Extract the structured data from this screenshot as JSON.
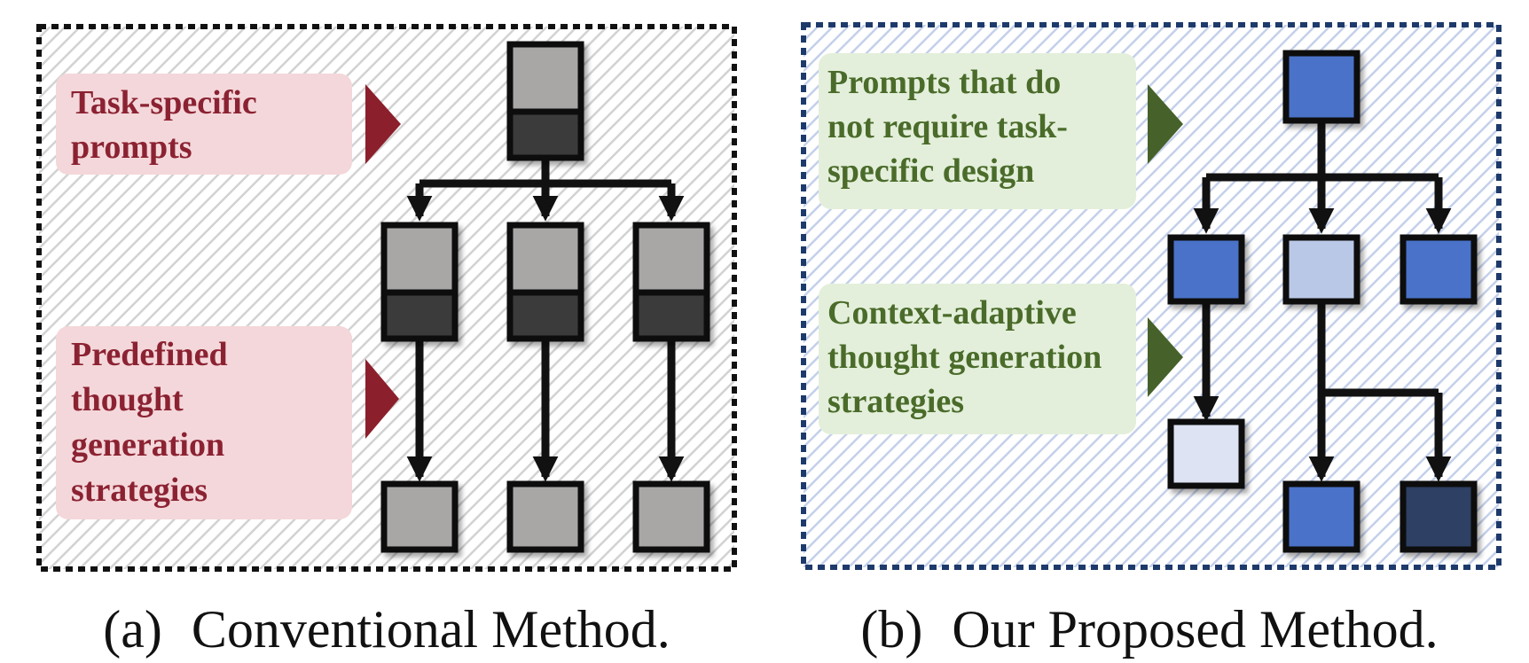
{
  "panels": [
    {
      "id": "a",
      "caption_prefix": "(a)",
      "caption": "Conventional Method.",
      "label_top": [
        "Task-specific",
        "prompts"
      ],
      "label_bottom": [
        "Predefined",
        "thought",
        "generation",
        "strategies"
      ],
      "colors": {
        "label_text": "#8b2232",
        "label_bg": "#f4d7da",
        "arrow": "#8b1f2b",
        "border": "#111111",
        "node_light": "#a9a6a6",
        "node_dark": "#3a3a3a",
        "hatch": "#d2d2d2"
      }
    },
    {
      "id": "b",
      "caption_prefix": "(b)",
      "caption": "Our Proposed Method.",
      "label_top": [
        "Prompts that do",
        "not require task-",
        "specific design"
      ],
      "label_bottom": [
        "Context-adaptive",
        "thought generation",
        "strategies"
      ],
      "colors": {
        "label_text": "#4a6b2a",
        "label_bg": "#e3efda",
        "arrow": "#46622a",
        "border": "#1e3a6b",
        "node_blue": "#4a72c8",
        "node_pale": "#b9c8e6",
        "node_lightest": "#dde3f2",
        "node_navy": "#2d3f63",
        "hatch": "#c4d0ea"
      }
    }
  ]
}
